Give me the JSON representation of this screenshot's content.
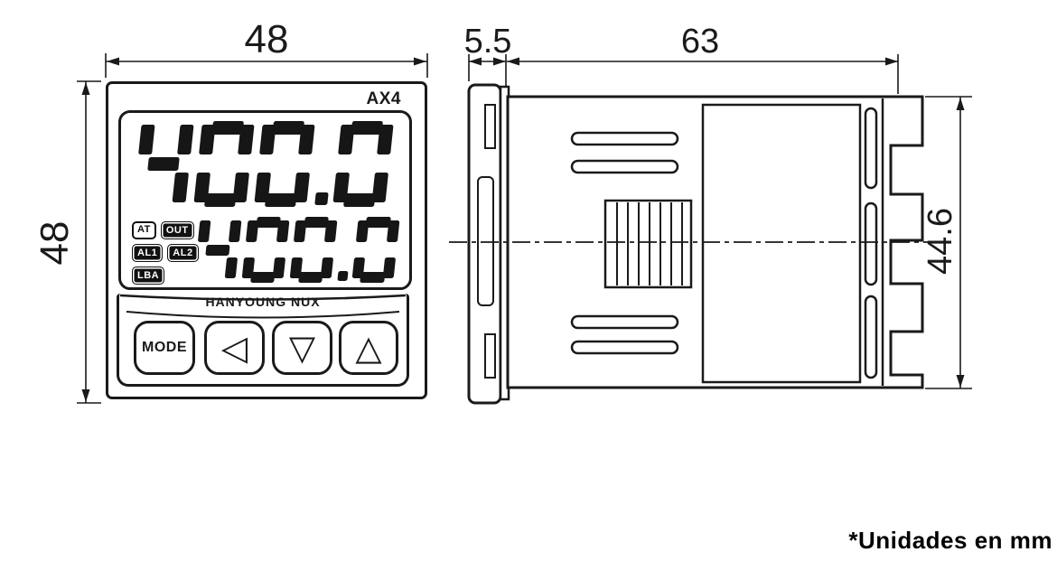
{
  "note": "*Unidades en mm",
  "front_view": {
    "model_label": "AX4",
    "brand": "HANYOUNG NUX",
    "display": {
      "pv": "400.0",
      "sv": "400.0"
    },
    "indicators": [
      {
        "label": "AT",
        "style": "outline"
      },
      {
        "label": "OUT",
        "style": "filled"
      },
      {
        "label": "AL1",
        "style": "filled"
      },
      {
        "label": "AL2",
        "style": "filled"
      },
      {
        "label": "LBA",
        "style": "filled"
      }
    ],
    "buttons": {
      "mode": "MODE",
      "left": "◁",
      "down": "▽",
      "up": "△"
    },
    "dims": {
      "width": "48",
      "height": "48"
    }
  },
  "side_view": {
    "dims": {
      "bezel_depth": "5.5",
      "body_depth": "63",
      "height": "44.6"
    }
  },
  "colors": {
    "line": "#1a1a1a",
    "background": "#ffffff"
  }
}
